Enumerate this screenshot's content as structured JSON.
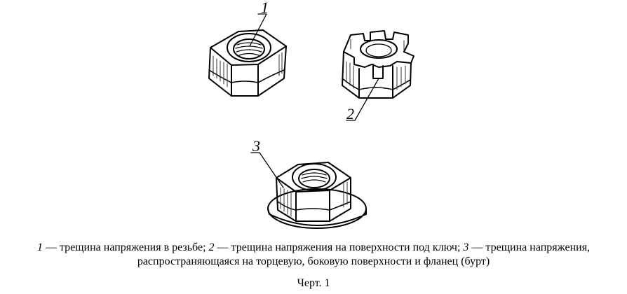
{
  "figure": {
    "callouts": [
      "1",
      "2",
      "3"
    ],
    "caption": {
      "n1": "1",
      "t1": " — трещина напряжения в резьбе; ",
      "n2": "2",
      "t2": " — трещина напряжения на поверхности под ключ; ",
      "n3": "3",
      "t3": " — трещина напряжения,",
      "line2": "распространяющаяся на торцевую, боковую поверхности и фланец (бурт)"
    },
    "title": "Черт. 1"
  }
}
